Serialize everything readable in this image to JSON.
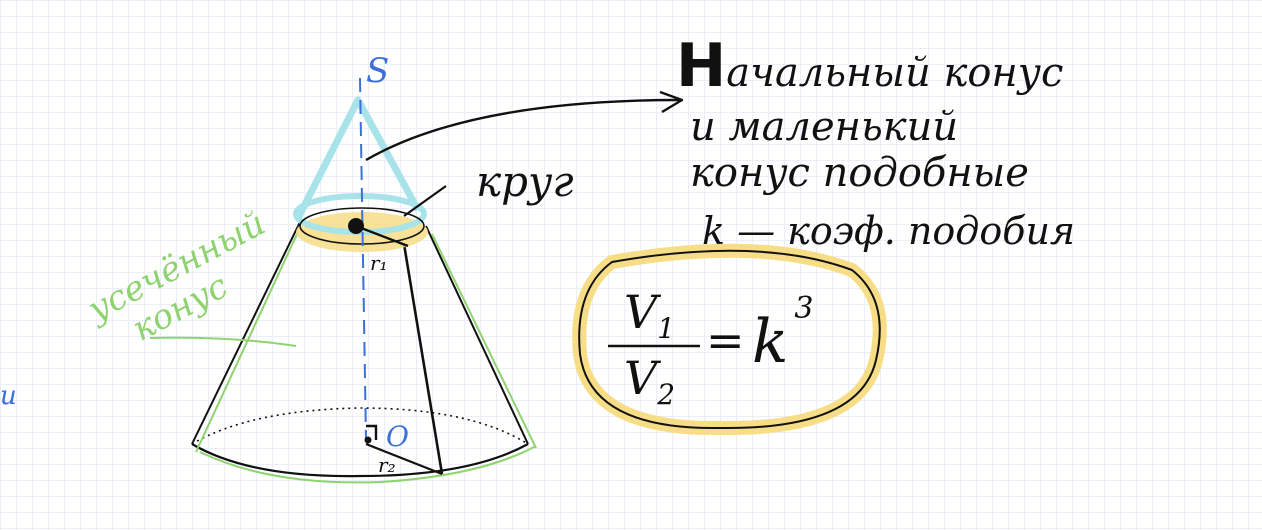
{
  "labels": {
    "apex": "S",
    "base_center": "O",
    "small_radius": "r₁",
    "big_radius": "r₂",
    "circle": "круг",
    "frustum_line1": "усечённый",
    "frustum_line2": "конус",
    "edge_mark": "и"
  },
  "notes": {
    "line1_initial": "Н",
    "line1_rest": "ачальный конус",
    "line2": "и маленький",
    "line3": "конус подобные",
    "line4": "k — коэф. подобия"
  },
  "formula": {
    "numerator": "V",
    "numerator_sub": "1",
    "denominator": "V",
    "denominator_sub": "2",
    "equals": "=",
    "rhs": "k",
    "exponent": "3"
  },
  "colors": {
    "ink": "#111111",
    "small_cone": "#a8e3ea",
    "frustum": "#8fd36f",
    "highlight": "#f7dd86",
    "axis": "#3d6fd8"
  }
}
